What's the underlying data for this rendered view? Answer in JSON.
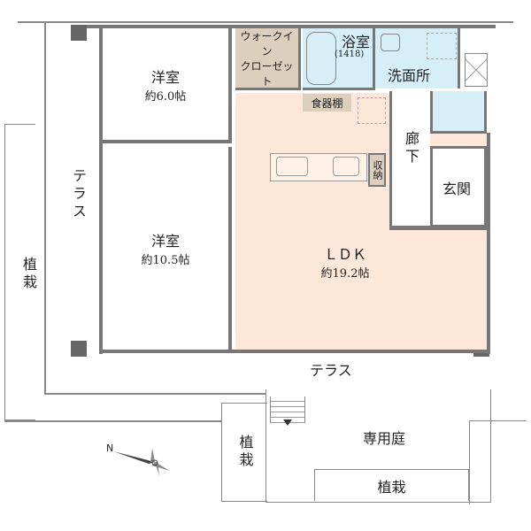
{
  "rooms": {
    "western_room_1": {
      "name": "洋室",
      "size": "約6.0帖"
    },
    "western_room_2": {
      "name": "洋室",
      "size": "約10.5帖"
    },
    "walk_in_closet": {
      "line1": "ウォークイン",
      "line2": "クローゼット"
    },
    "bathroom": {
      "name": "浴室",
      "size": "(1418)"
    },
    "washroom": {
      "name": "洗面所"
    },
    "cupboard": {
      "name": "食器棚"
    },
    "storage": {
      "name": "収納"
    },
    "hallway": {
      "name": "廊下"
    },
    "entrance": {
      "name": "玄関"
    },
    "ldk": {
      "name": "ＬＤＫ",
      "size": "約19.2帖"
    },
    "terrace_left": {
      "name": "テラス"
    },
    "terrace_bottom": {
      "name": "テラス"
    },
    "private_garden": {
      "name": "専用庭"
    },
    "planting_left": {
      "name": "植栽"
    },
    "planting_middle": {
      "name": "植栽"
    },
    "planting_bottom": {
      "name": "植栽"
    }
  },
  "compass": {
    "label": "N"
  },
  "colors": {
    "ldk": "#fce7d9",
    "wet": "#d5eef8",
    "closet": "#dccfbd",
    "wall": "#777777"
  }
}
